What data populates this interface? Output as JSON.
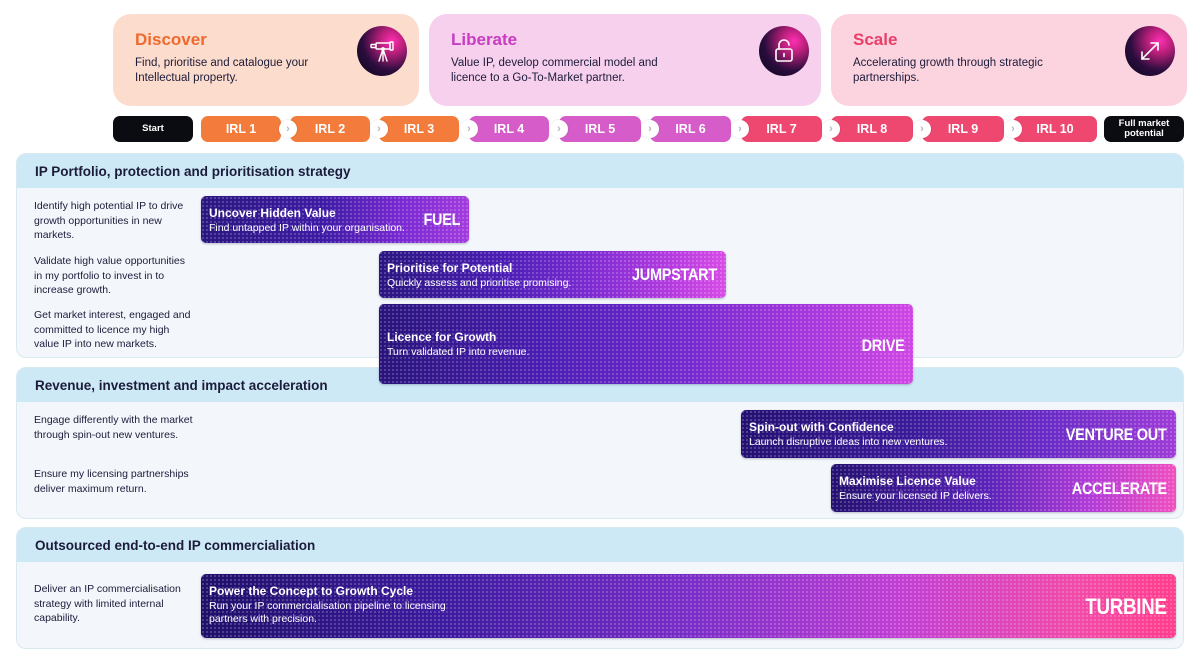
{
  "phases": {
    "discover": {
      "title": "Discover",
      "description": "Find, prioritise and catalogue your Intellectual property.",
      "icon": "telescope-icon",
      "color": "#ef6a2f"
    },
    "liberate": {
      "title": "Liberate",
      "description": "Value IP, develop commercial model and licence to a Go-To-Market partner.",
      "icon": "padlock-icon",
      "color": "#c73cc1"
    },
    "scale": {
      "title": "Scale",
      "description": "Accelerating growth through strategic partnerships.",
      "icon": "expand-arrows-icon",
      "color": "#e93e67"
    }
  },
  "irl": {
    "start": "Start",
    "steps": [
      "IRL 1",
      "IRL 2",
      "IRL 3",
      "IRL 4",
      "IRL 5",
      "IRL 6",
      "IRL 7",
      "IRL 8",
      "IRL 9",
      "IRL 10"
    ],
    "step_colors": [
      "#f37b3c",
      "#f37b3c",
      "#f37b3c",
      "#d65cc9",
      "#d65cc9",
      "#d65cc9",
      "#ee4770",
      "#ee4770",
      "#ee4770",
      "#ee4770"
    ],
    "end": "Full market potential"
  },
  "sections": [
    {
      "heading": "IP Portfolio, protection and prioritisation strategy"
    },
    {
      "heading": "Revenue, investment and impact acceleration"
    },
    {
      "heading": "Outsourced end-to-end IP commercialiation"
    }
  ],
  "rows": [
    "Identify high potential IP to drive growth opportunities in new markets.",
    "Validate high value opportunities in my portfolio to invest in to increase growth.",
    "Get market interest, engaged and committed to licence my high value IP into new markets.",
    "Engage differently with the market through spin-out new ventures.",
    "Ensure my licensing partnerships deliver maximum return.",
    "Deliver an IP commercialisation strategy with limited internal capability."
  ],
  "bars": {
    "fuel": {
      "title": "Uncover Hidden Value",
      "description": "Find untapped IP within your organisation.",
      "tag": "FUEL"
    },
    "jumpstart": {
      "title": "Prioritise for Potential",
      "description": "Quickly assess and prioritise promising.",
      "tag": "JUMPSTART"
    },
    "drive": {
      "title": "Licence for Growth",
      "description": "Turn validated IP into revenue.",
      "tag": "DRIVE"
    },
    "venture": {
      "title": "Spin-out with Confidence",
      "description": "Launch disruptive ideas into new ventures.",
      "tag": "VENTURE OUT"
    },
    "accelerate": {
      "title": "Maximise Licence Value",
      "description": "Ensure your licensed IP delivers.",
      "tag": "ACCELERATE"
    },
    "turbine": {
      "title": "Power the Concept to Growth Cycle",
      "description": "Run your IP commercialisation pipeline to licensing partners with precision.",
      "tag": "TURBINE"
    }
  }
}
